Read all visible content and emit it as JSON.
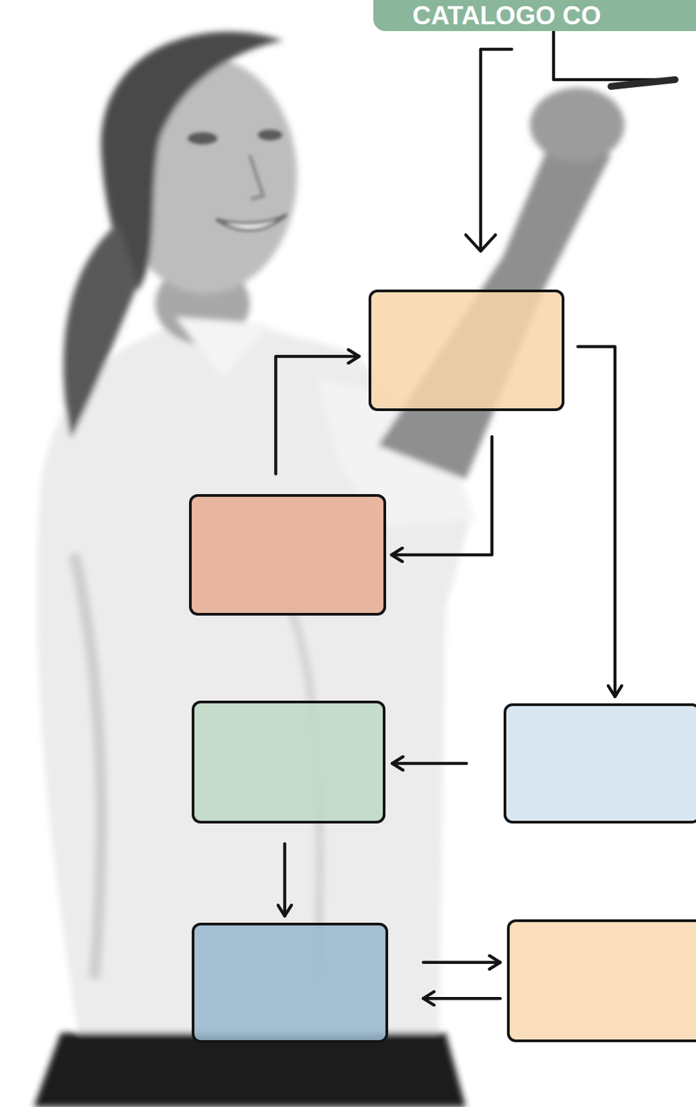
{
  "diagram": {
    "title": "CATALOGO CO",
    "nodes": [
      {
        "text": []
      },
      {
        "text": []
      },
      {
        "text": []
      },
      {
        "text": []
      },
      {
        "text": []
      },
      {
        "text": []
      }
    ],
    "edges": [
      {
        "from": 1,
        "to": 0,
        "arrow": "to"
      },
      {
        "from": 0,
        "to": 1,
        "arrow": "to"
      },
      {
        "from": 0,
        "to": 3,
        "arrow": "to"
      },
      {
        "from": 3,
        "to": 2,
        "arrow": "to"
      },
      {
        "from": 2,
        "to": 4,
        "arrow": "to"
      },
      {
        "from": 4,
        "to": 5,
        "arrow": "to"
      },
      {
        "from": 5,
        "to": 4,
        "arrow": "to"
      }
    ]
  }
}
